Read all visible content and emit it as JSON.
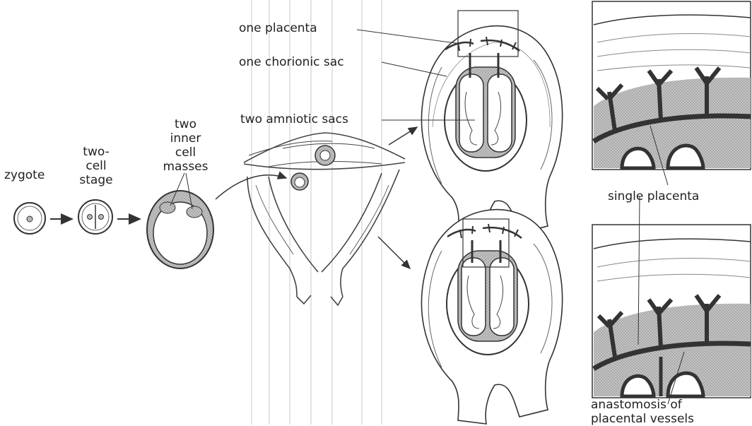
{
  "labels": {
    "zygote": "zygote",
    "two_cell_stage": [
      "two-",
      "cell",
      "stage"
    ],
    "two_inner_cell_masses": [
      "two",
      "inner",
      "cell",
      "masses"
    ],
    "one_placenta": "one placenta",
    "one_chorionic_sac": "one chorionic sac",
    "two_amniotic_sacs": "two amniotic sacs",
    "single_placenta": "single placenta",
    "anastomosis": [
      "anastomosis of",
      "placental vessels"
    ]
  }
}
